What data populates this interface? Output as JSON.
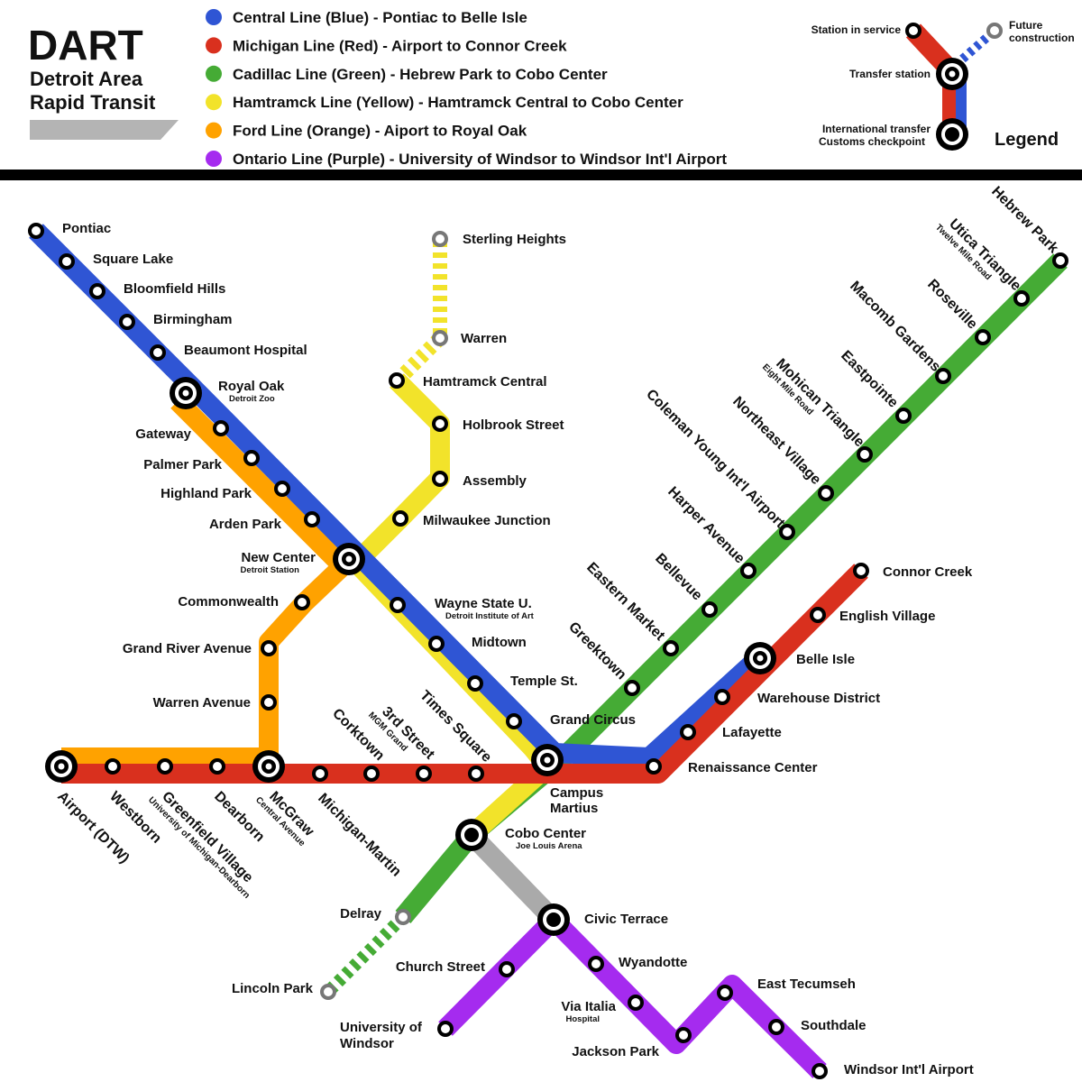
{
  "header": {
    "title": "DART",
    "subtitle_line1": "Detroit Area",
    "subtitle_line2": "Rapid Transit"
  },
  "lines": [
    {
      "id": "blue",
      "label": "Central Line (Blue) - Pontiac to Belle Isle",
      "color": "#2f55d4"
    },
    {
      "id": "red",
      "label": "Michigan Line (Red) - Airport to Connor Creek",
      "color": "#d9301e"
    },
    {
      "id": "green",
      "label": "Cadillac Line (Green) - Hebrew Park to Cobo Center",
      "color": "#45ab35"
    },
    {
      "id": "yellow",
      "label": "Hamtramck Line (Yellow) - Hamtramck Central to Cobo Center",
      "color": "#f2e32a"
    },
    {
      "id": "orange",
      "label": "Ford Line (Orange) - Aiport to Royal Oak",
      "color": "#ffa200"
    },
    {
      "id": "purple",
      "label": "Ontario Line (Purple) - University of Windsor to Windsor Int'l Airport",
      "color": "#a52bef"
    }
  ],
  "connector_color": "#aaaaaa",
  "future_color": "#777777",
  "legend": {
    "title": "Legend",
    "station_in_service": "Station in service",
    "future_construction_1": "Future",
    "future_construction_2": "construction",
    "transfer_station": "Transfer station",
    "international_1": "International transfer",
    "international_2": "Customs checkpoint"
  },
  "stations": {
    "pontiac": {
      "name": "Pontiac",
      "type": "station"
    },
    "square_lake": {
      "name": "Square Lake",
      "type": "station"
    },
    "bloomfield_hills": {
      "name": "Bloomfield Hills",
      "type": "station"
    },
    "birmingham": {
      "name": "Birmingham",
      "type": "station"
    },
    "beaumont": {
      "name": "Beaumont Hospital",
      "type": "station"
    },
    "royal_oak": {
      "name": "Royal Oak",
      "sub": "Detroit Zoo",
      "type": "transfer"
    },
    "gateway": {
      "name": "Gateway",
      "type": "station"
    },
    "palmer_park": {
      "name": "Palmer Park",
      "type": "station"
    },
    "highland_park": {
      "name": "Highland Park",
      "type": "station"
    },
    "arden_park": {
      "name": "Arden Park",
      "type": "station"
    },
    "new_center": {
      "name": "New Center",
      "sub": "Detroit Station",
      "type": "transfer"
    },
    "commonwealth": {
      "name": "Commonwealth",
      "type": "station"
    },
    "grand_river": {
      "name": "Grand River Avenue",
      "type": "station"
    },
    "warren_ave": {
      "name": "Warren Avenue",
      "type": "station"
    },
    "wayne_state": {
      "name": "Wayne State U.",
      "sub": "Detroit Institute of Art",
      "type": "station"
    },
    "midtown": {
      "name": "Midtown",
      "type": "station"
    },
    "temple": {
      "name": "Temple St.",
      "type": "station"
    },
    "grand_circus": {
      "name": "Grand Circus",
      "type": "station"
    },
    "campus_martius": {
      "name": "Campus Martius",
      "type": "transfer"
    },
    "sterling_heights": {
      "name": "Sterling Heights",
      "type": "future"
    },
    "warren": {
      "name": "Warren",
      "type": "future"
    },
    "hamtramck_central": {
      "name": "Hamtramck Central",
      "type": "station"
    },
    "holbrook": {
      "name": "Holbrook Street",
      "type": "station"
    },
    "assembly": {
      "name": "Assembly",
      "type": "station"
    },
    "milwaukee": {
      "name": "Milwaukee Junction",
      "type": "station"
    },
    "airport_dtw": {
      "name": "Airport (DTW)",
      "type": "transfer"
    },
    "westborn": {
      "name": "Westborn",
      "type": "station"
    },
    "greenfield": {
      "name": "Greenfield Village",
      "sub": "University of Michigan-Dearborn",
      "type": "station"
    },
    "dearborn": {
      "name": "Dearborn",
      "type": "station"
    },
    "mcgraw": {
      "name": "McGraw",
      "sub": "Central Avenue",
      "type": "transfer"
    },
    "michigan_martin": {
      "name": "Michigan-Martin",
      "type": "station"
    },
    "corktown": {
      "name": "Corktown",
      "type": "station"
    },
    "third_street": {
      "name": "3rd Street",
      "sub": "MGM Grand",
      "type": "station"
    },
    "times_square": {
      "name": "Times Square",
      "type": "station"
    },
    "renaissance": {
      "name": "Renaissance Center",
      "type": "station"
    },
    "lafayette": {
      "name": "Lafayette",
      "type": "station"
    },
    "warehouse": {
      "name": "Warehouse District",
      "type": "station"
    },
    "belle_isle": {
      "name": "Belle Isle",
      "type": "transfer"
    },
    "english_village": {
      "name": "English Village",
      "type": "station"
    },
    "connor_creek": {
      "name": "Connor Creek",
      "type": "station"
    },
    "hebrew_park": {
      "name": "Hebrew Park",
      "type": "station"
    },
    "utica": {
      "name": "Utica Triangle",
      "sub": "Twelve Mile Road",
      "type": "station"
    },
    "roseville": {
      "name": "Roseville",
      "type": "station"
    },
    "macomb": {
      "name": "Macomb Gardens",
      "type": "station"
    },
    "eastpointe": {
      "name": "Eastpointe",
      "type": "station"
    },
    "mohican": {
      "name": "Mohican Triangle",
      "sub": "Eight Mile Road",
      "type": "station"
    },
    "northeast_village": {
      "name": "Northeast Village",
      "type": "station"
    },
    "coleman_young": {
      "name": "Coleman Young Int'l Airport",
      "type": "station"
    },
    "harper": {
      "name": "Harper Avenue",
      "type": "station"
    },
    "bellevue": {
      "name": "Bellevue",
      "type": "station"
    },
    "eastern_market": {
      "name": "Eastern Market",
      "type": "station"
    },
    "greektown": {
      "name": "Greektown",
      "type": "station"
    },
    "cobo": {
      "name": "Cobo Center",
      "sub": "Joe Louis Arena",
      "type": "international"
    },
    "delray": {
      "name": "Delray",
      "type": "future"
    },
    "lincoln_park": {
      "name": "Lincoln Park",
      "type": "future"
    },
    "civic_terrace": {
      "name": "Civic Terrace",
      "type": "international"
    },
    "church_street": {
      "name": "Church Street",
      "type": "station"
    },
    "u_windsor": {
      "name": "University of Windsor",
      "name_line1": "University of",
      "name_line2": "Windsor",
      "type": "station"
    },
    "wyandotte": {
      "name": "Wyandotte",
      "type": "station"
    },
    "via_italia": {
      "name": "Via Italia",
      "sub": "Hospital",
      "type": "station"
    },
    "jackson_park": {
      "name": "Jackson Park",
      "type": "station"
    },
    "east_tecumseh": {
      "name": "East Tecumseh",
      "type": "station"
    },
    "southdale": {
      "name": "Southdale",
      "type": "station"
    },
    "windsor_airport": {
      "name": "Windsor Int'l Airport",
      "type": "station"
    }
  }
}
